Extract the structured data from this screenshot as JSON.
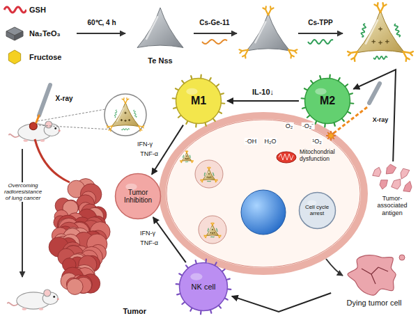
{
  "diagram": {
    "nodes": [
      {
        "text": [
          "Te Nss"
        ]
      },
      {
        "text": [
          "M1"
        ]
      },
      {
        "text": [
          "M2"
        ]
      },
      {
        "text": [
          "Tumor Inhibition"
        ]
      },
      {
        "text": [
          "NK cell"
        ]
      },
      {
        "text": [
          "Dying tumor cell"
        ]
      },
      {
        "text": [
          "Tumor-associated antigen"
        ]
      },
      {
        "text": [
          "Tumor"
        ]
      },
      {
        "text": [
          "Mitochondrial dysfunction"
        ]
      },
      {
        "text": [
          "Cell cycle arrest"
        ]
      }
    ],
    "edges": [
      {
        "from": 2,
        "to": 1,
        "arrow": "to",
        "label": "IL-10↓"
      },
      {
        "from": 1,
        "to": 3,
        "arrow": "to"
      },
      {
        "from": 4,
        "to": 3,
        "arrow": "to"
      },
      {
        "from": 5,
        "to": 4,
        "arrow": "to"
      },
      {
        "from": 6,
        "to": 2,
        "arrow": "to"
      }
    ],
    "labels": [
      "60℃, 4 h",
      "Cs-Ge-11",
      "Cs-TPP",
      "X-ray",
      "Overcoming radioresistance of lung cancer",
      "IFN-γ",
      "TNF-α",
      "IFN-γ",
      "TNF-α",
      "X-ray",
      "O₂",
      "·O₂⁻",
      "·OH",
      "H₂O",
      "¹O₂"
    ],
    "legend": [
      {
        "text": "GSH",
        "color": "#d9333f"
      },
      {
        "text": "Na₂TeO₃",
        "color": "#8a8f96"
      },
      {
        "text": "Fructose",
        "color": "#f5d020"
      }
    ]
  }
}
